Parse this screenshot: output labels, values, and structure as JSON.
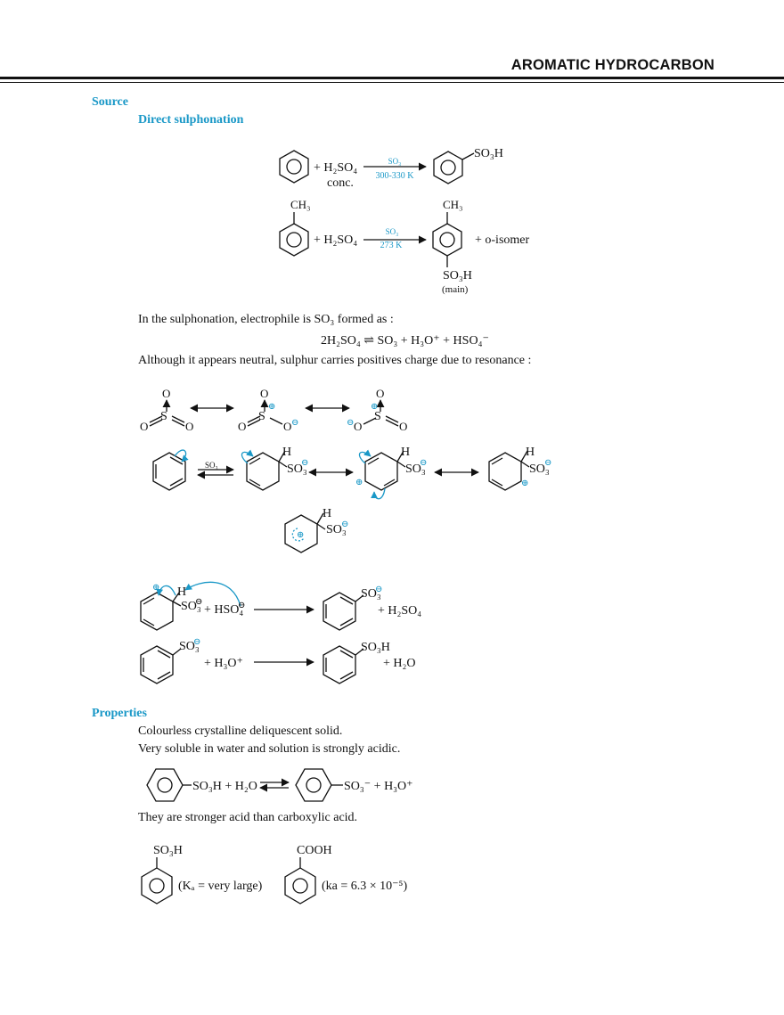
{
  "header": {
    "title": "AROMATIC HYDROCARBON"
  },
  "sections": {
    "source": "Source",
    "direct_sulphonation": "Direct sulphonation",
    "properties": "Properties"
  },
  "reaction1": {
    "reagent": "+ H₂SO₄",
    "reagent_note": "conc.",
    "arrow_top": "SO₃",
    "arrow_bottom": "300-330 K",
    "product_group": "SO₃H"
  },
  "reaction2": {
    "substituent": "CH₃",
    "reagent": "+ H₂SO₄",
    "arrow_top": "SO₃",
    "arrow_bottom": "273 K",
    "product_top": "CH₃",
    "product_bottom": "SO₃H",
    "product_note": "(main)",
    "byproduct": "+ o-isomer"
  },
  "text": {
    "electrophile_line": "In the sulphonation, electrophile is SO₃ formed as :",
    "equilibrium": "2H₂SO₄ ⇌ SO₃ + H₃O⁺ + HSO₄⁻",
    "resonance_line": "Although it appears neutral, sulphur carries positives charge due to resonance :",
    "prop1": "Colourless crystalline deliquescent solid.",
    "prop2": "Very soluble in water and solution is strongly acidic.",
    "prop3": "They are stronger acid than carboxylic acid."
  },
  "mechanism": {
    "so3_reagent": "SO₃",
    "h": "H",
    "so3": "SO₃",
    "hso4_plus": "+ HSO₄",
    "h2so4_plus": "+ H₂SO₄",
    "h3o_plus": "+ H₃O⁺",
    "h2o_plus": "+ H₂O",
    "so3h": "SO₃H"
  },
  "ionization": {
    "left": "SO₃H + H₂O",
    "right": "SO₃⁻ + H₃O⁺"
  },
  "acids": {
    "sulfonic_group": "SO₃H",
    "sulfonic_ka": "(Kₐ = very large)",
    "carboxylic_group": "COOH",
    "carboxylic_ka": "(ka = 6.3 × 10⁻⁵)"
  },
  "colors": {
    "accent": "#1a98c7",
    "ink": "#111111"
  }
}
